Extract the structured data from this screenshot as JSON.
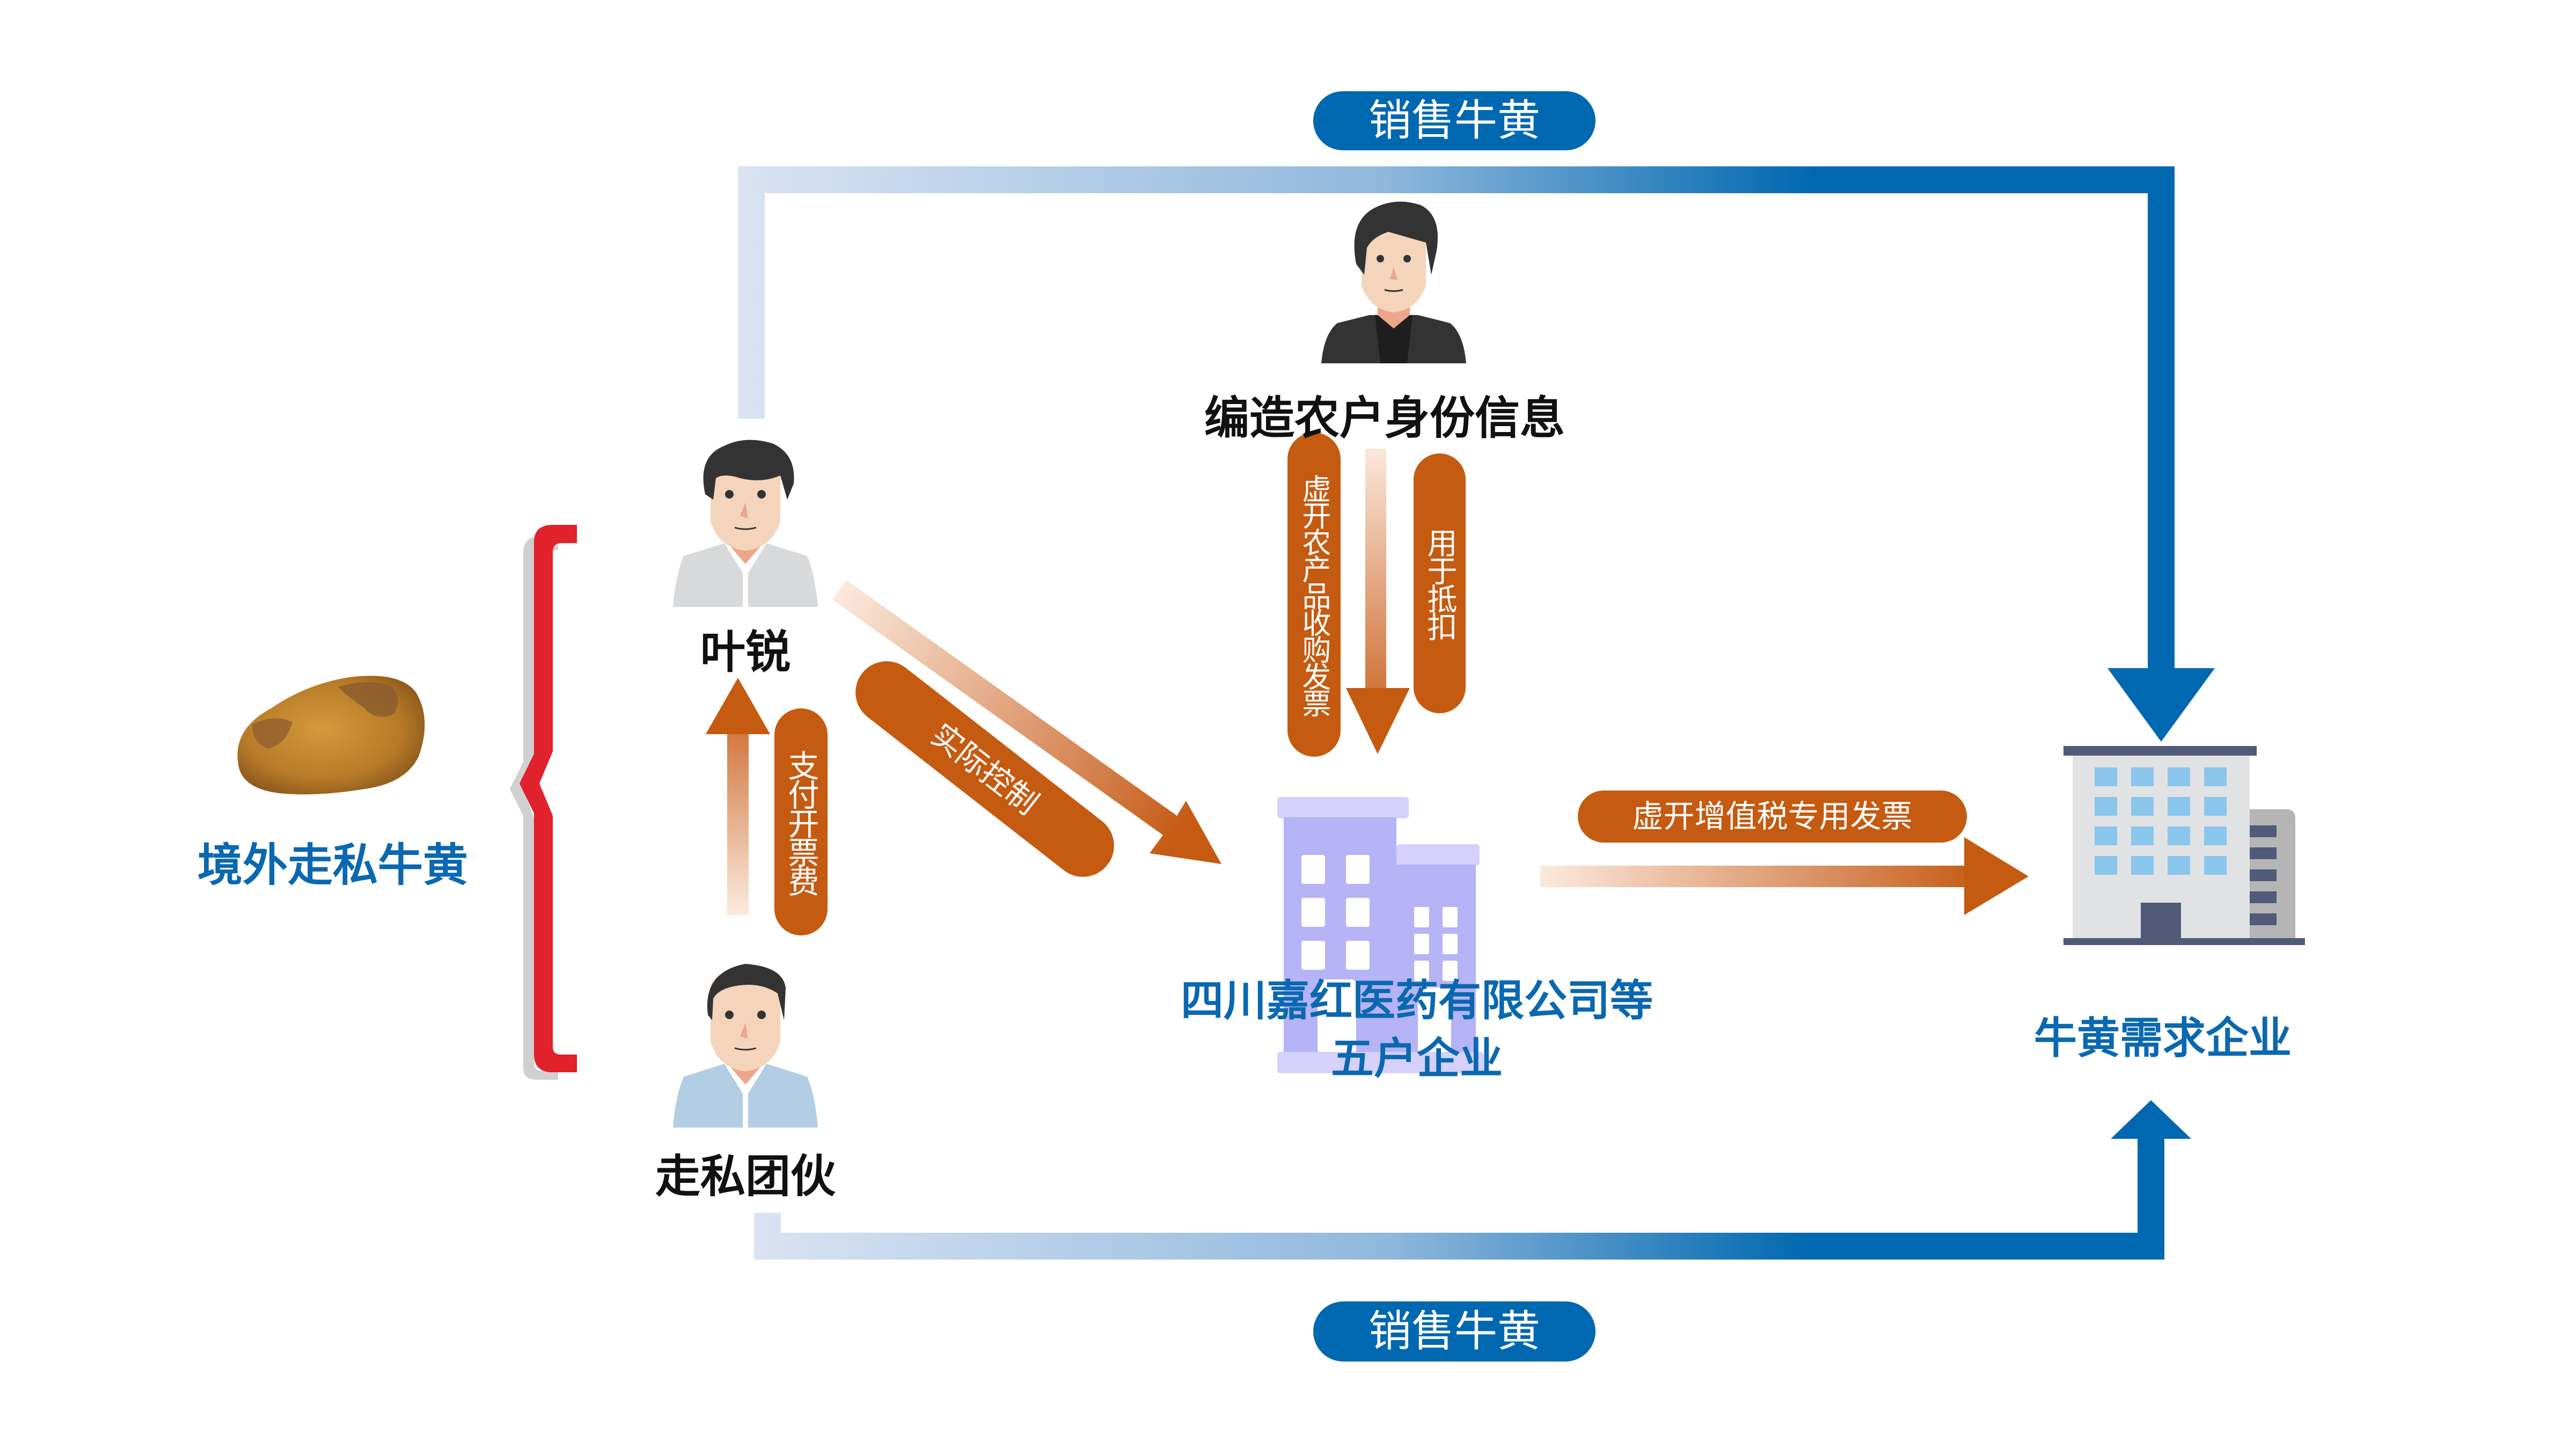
{
  "title": "叶锐走私牛黄及虚开发票关系图",
  "colors": {
    "blue": "#0068b0",
    "blue_light": "#d7e2f2",
    "orange": "#c55a11",
    "orange_light": "#f7e1d2",
    "red": "#e1212c",
    "label_blue": "#0a68b0"
  },
  "nodes": {
    "bezoar": {
      "label": "境外走私牛黄",
      "icon": "bezoar-stone-image"
    },
    "ye_rui": {
      "label": "叶锐",
      "icon": "person-grey-shirt-icon"
    },
    "gang": {
      "label": "走私团伙",
      "icon": "person-blue-shirt-icon"
    },
    "fabricator": {
      "label": "编造农户身份信息",
      "icon": "person-black-shirt-icon"
    },
    "companies": {
      "label_line1": "四川嘉红医药有限公司等",
      "label_line2": "五户企业",
      "icon": "purple-building-icon"
    },
    "buyers": {
      "label": "牛黄需求企业",
      "icon": "grey-building-icon"
    }
  },
  "edges": {
    "top_sale": {
      "label": "销售牛黄",
      "from": "叶锐",
      "to": "牛黄需求企业"
    },
    "bottom_sale": {
      "label": "销售牛黄",
      "from": "走私团伙",
      "to": "牛黄需求企业"
    },
    "pay_fee": {
      "label": "支付开票费",
      "from": "走私团伙",
      "to": "叶锐"
    },
    "control": {
      "label": "实际控制",
      "from": "叶锐",
      "to": "四川嘉红医药有限公司等五户企业"
    },
    "fake_invoice": {
      "label": "虚开农产品收购发票",
      "from": "编造农户身份信息",
      "to": "四川嘉红医药有限公司等五户企业"
    },
    "deduction": {
      "label": "用于抵扣"
    },
    "vat_invoice": {
      "label": "虚开增值税专用发票",
      "from": "四川嘉红医药有限公司等五户企业",
      "to": "牛黄需求企业"
    }
  }
}
